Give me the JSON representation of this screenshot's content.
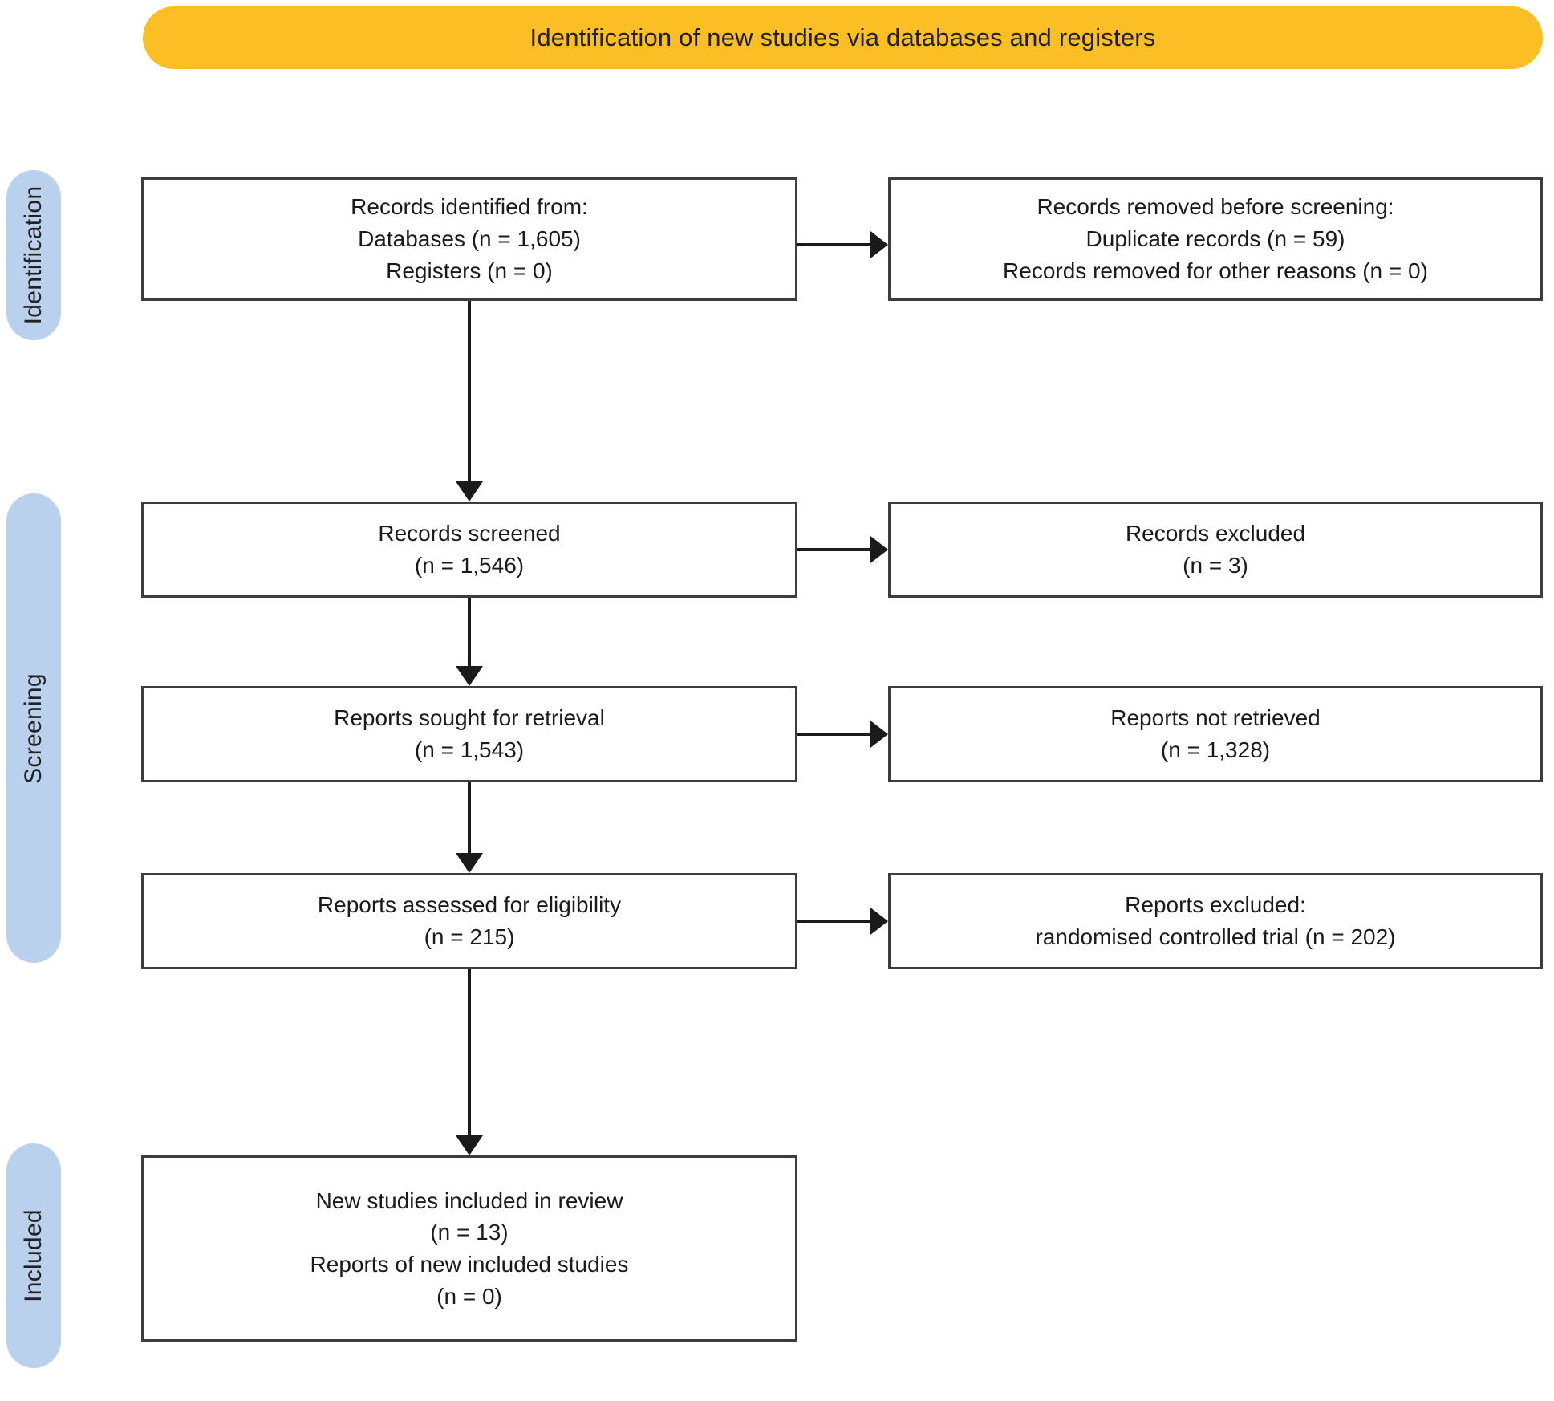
{
  "banner": {
    "title": "Identification of new studies via databases and registers",
    "color": "#FBBE24"
  },
  "stages": [
    {
      "id": "identification",
      "label": "Identification",
      "color": "#B9D1EC"
    },
    {
      "id": "screening",
      "label": "Screening",
      "color": "#B9D1EC"
    },
    {
      "id": "included",
      "label": "Included",
      "color": "#B9D1EC"
    }
  ],
  "nodes": {
    "identified": {
      "lines": [
        "Records identified from:",
        "Databases (n = 1,605)",
        "Registers (n = 0)"
      ]
    },
    "removed": {
      "lines": [
        "Records removed before screening:",
        "Duplicate records (n = 59)",
        "Records removed for other reasons (n = 0)"
      ]
    },
    "screened": {
      "lines": [
        "Records screened",
        "(n = 1,546)"
      ]
    },
    "excluded": {
      "lines": [
        "Records excluded",
        "(n = 3)"
      ]
    },
    "sought": {
      "lines": [
        "Reports sought for retrieval",
        "(n = 1,543)"
      ]
    },
    "not_retrieved": {
      "lines": [
        "Reports not retrieved",
        "(n = 1,328)"
      ]
    },
    "assessed": {
      "lines": [
        "Reports assessed for eligibility",
        "(n = 215)"
      ]
    },
    "reports_excluded": {
      "lines": [
        "Reports excluded:",
        "randomised controlled trial (n = 202)"
      ]
    },
    "included": {
      "lines": [
        "New studies included in review",
        "(n = 13)",
        "Reports of new included studies",
        "(n = 0)"
      ]
    }
  },
  "chart_data": {
    "type": "diagram",
    "title": "Identification of new studies via databases and registers",
    "diagram_kind": "PRISMA 2020 flow diagram",
    "stage_labels": [
      "Identification",
      "Screening",
      "Included"
    ],
    "counts": {
      "databases": 1605,
      "registers": 0,
      "duplicate_records_removed": 59,
      "records_removed_other_reasons": 0,
      "records_screened": 1546,
      "records_excluded": 3,
      "reports_sought_for_retrieval": 1543,
      "reports_not_retrieved": 1328,
      "reports_assessed_for_eligibility": 215,
      "reports_excluded_randomised_controlled_trial": 202,
      "new_studies_included_in_review": 13,
      "reports_of_new_included_studies": 0
    },
    "flows": [
      {
        "from": "Records identified from databases/registers",
        "to": "Records removed before screening",
        "value": 59,
        "direction": "right"
      },
      {
        "from": "Records identified from databases/registers",
        "to": "Records screened",
        "value": 1546,
        "direction": "down"
      },
      {
        "from": "Records screened",
        "to": "Records excluded",
        "value": 3,
        "direction": "right"
      },
      {
        "from": "Records screened",
        "to": "Reports sought for retrieval",
        "value": 1543,
        "direction": "down"
      },
      {
        "from": "Reports sought for retrieval",
        "to": "Reports not retrieved",
        "value": 1328,
        "direction": "right"
      },
      {
        "from": "Reports sought for retrieval",
        "to": "Reports assessed for eligibility",
        "value": 215,
        "direction": "down"
      },
      {
        "from": "Reports assessed for eligibility",
        "to": "Reports excluded",
        "value": 202,
        "direction": "right"
      },
      {
        "from": "Reports assessed for eligibility",
        "to": "New studies included in review",
        "value": 13,
        "direction": "down"
      }
    ]
  }
}
